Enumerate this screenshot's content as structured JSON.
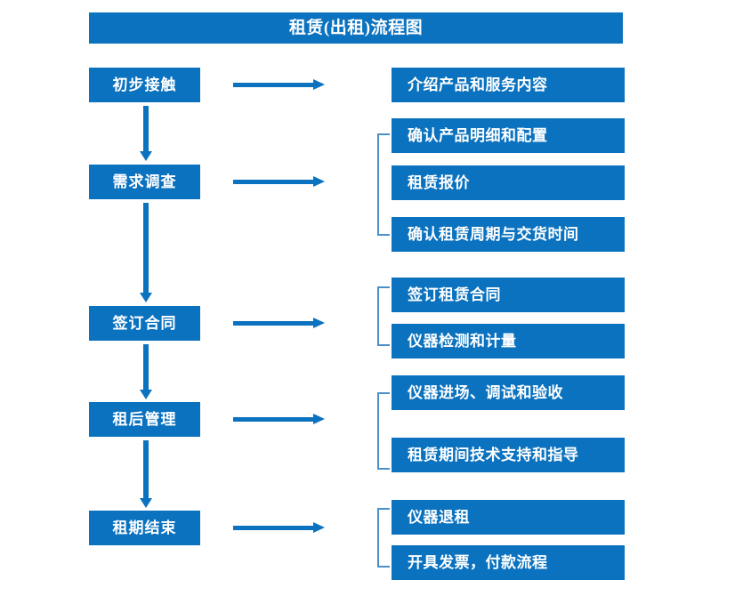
{
  "diagram": {
    "title": "租赁(出租)流程图",
    "accent_color": "#0b72bf",
    "bracket_color": "#4b8fc9",
    "text_color": "#ffffff",
    "background_color": "#ffffff",
    "stages": [
      {
        "label": "初步接触",
        "details": [
          "介绍产品和服务内容"
        ],
        "grouped": false
      },
      {
        "label": "需求调查",
        "details": [
          "确认产品明细和配置",
          "租赁报价",
          "确认租赁周期与交货时间"
        ],
        "grouped": true
      },
      {
        "label": "签订合同",
        "details": [
          "签订租赁合同",
          "仪器检测和计量"
        ],
        "grouped": true
      },
      {
        "label": "租后管理",
        "details": [
          "仪器进场、调试和验收",
          "租赁期间技术支持和指导"
        ],
        "grouped": true
      },
      {
        "label": "租期结束",
        "details": [
          "仪器退租",
          "开具发票，付款流程"
        ],
        "grouped": true
      }
    ],
    "connectors": {
      "horizontal_arrow_icon": "arrow-right-icon",
      "vertical_arrow_icon": "arrow-down-icon",
      "bracket_icon": "group-bracket-icon"
    }
  }
}
